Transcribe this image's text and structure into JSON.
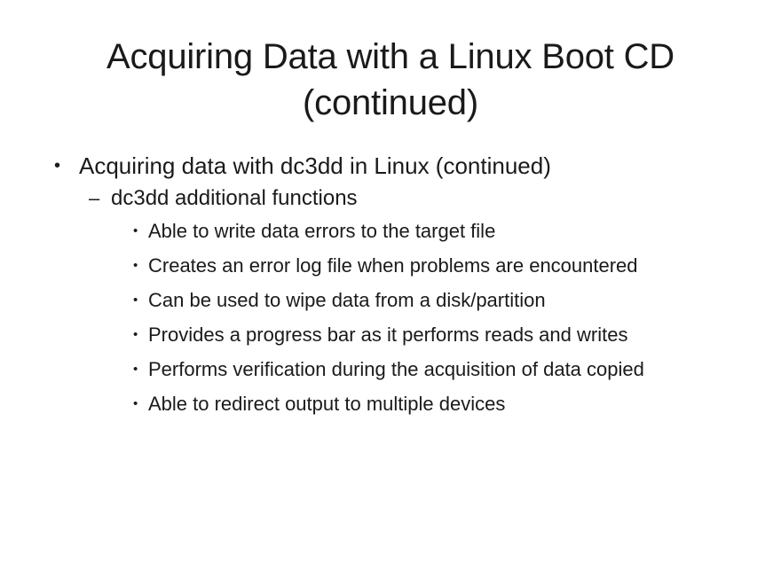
{
  "slide": {
    "background_color": "#ffffff",
    "text_color": "#1a1a1a",
    "title": {
      "line1": "Acquiring Data with a Linux Boot CD",
      "line2": "(continued)"
    },
    "markers": {
      "level1": "•",
      "level2": "–",
      "level3": "•"
    },
    "content": {
      "level1_item": "Acquiring data with dc3dd in Linux (continued)",
      "level2_item": "dc3dd additional functions",
      "level3_items": [
        "Able to write data errors to the target file",
        "Creates an error log file when problems are encountered",
        "Can be used to wipe data from a disk/partition",
        "Provides a progress bar as it performs reads and writes",
        "Performs verification during the acquisition of data copied",
        "Able to redirect output to multiple devices"
      ]
    }
  }
}
